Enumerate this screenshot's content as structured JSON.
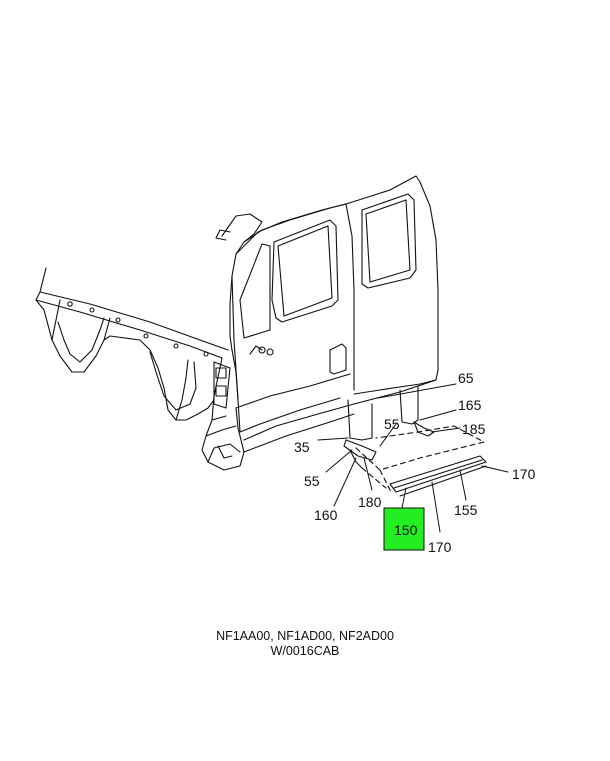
{
  "diagram": {
    "highlight_color": "#22ee22",
    "callouts": {
      "c65": "65",
      "c165": "165",
      "c185": "185",
      "c35": "35",
      "c55a": "55",
      "c55b": "55",
      "c170a": "170",
      "c180": "180",
      "c160": "160",
      "c155": "155",
      "c150": "150",
      "c170b": "170"
    }
  },
  "caption": {
    "models": "NF1AA00, NF1AD00, NF2AD00",
    "option": "W/0016CAB"
  }
}
